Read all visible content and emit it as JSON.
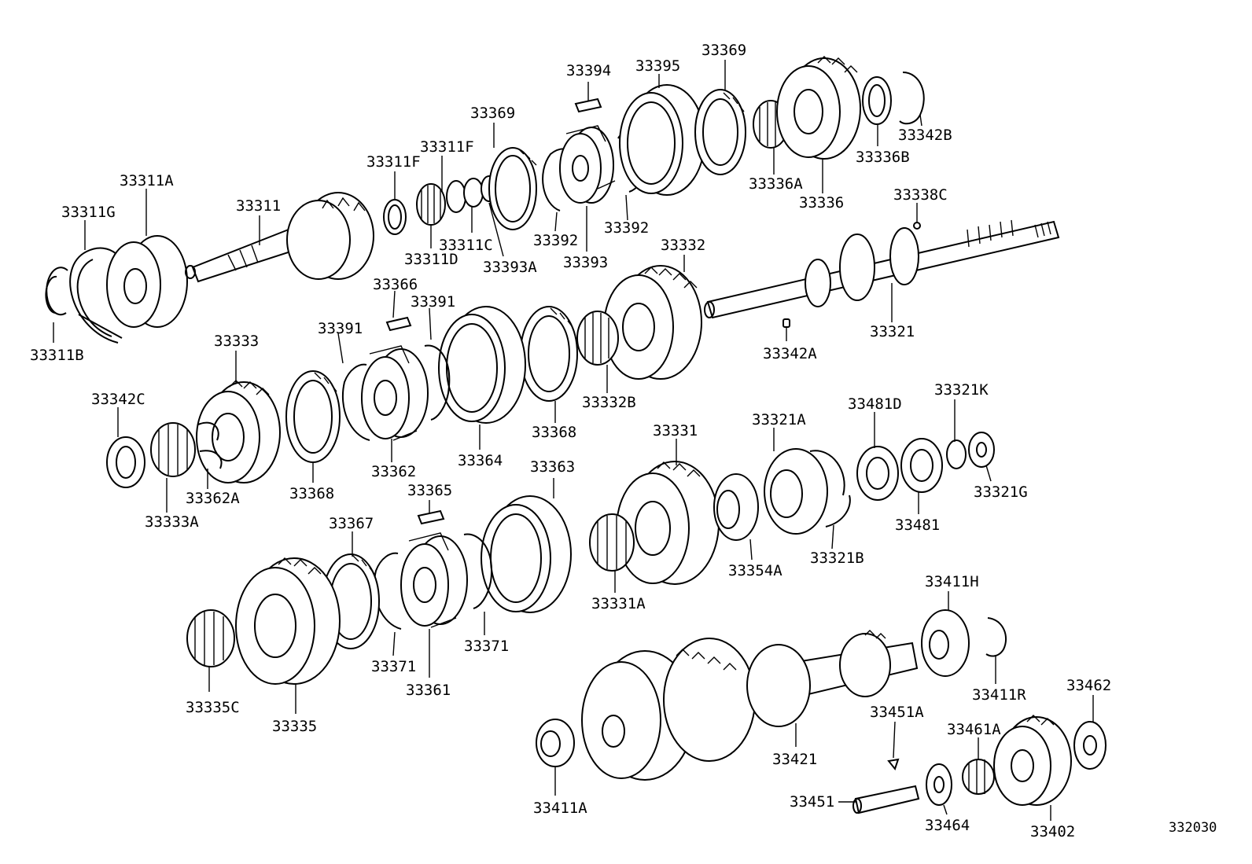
{
  "diagram_code": "332030",
  "labels": {
    "l33311B": "33311B",
    "l33311G": "33311G",
    "l33311A": "33311A",
    "l33311": "33311",
    "l33311F_a": "33311F",
    "l33311F_b": "33311F",
    "l33311D": "33311D",
    "l33311C": "33311C",
    "l33393A": "33393A",
    "l33369_a": "33369",
    "l33392_a": "33392",
    "l33393": "33393",
    "l33394": "33394",
    "l33392_b": "33392",
    "l33395": "33395",
    "l33369_b": "33369",
    "l33336A": "33336A",
    "l33336": "33336",
    "l33336B": "33336B",
    "l33342B": "33342B",
    "l33338C": "33338C",
    "l33332": "33332",
    "l33321": "33321",
    "l33342A": "33342A",
    "l33332B": "33332B",
    "l33366": "33366",
    "l33391_a": "33391",
    "l33391_b": "33391",
    "l33333": "33333",
    "l33342C": "33342C",
    "l33333A": "33333A",
    "l33362A": "33362A",
    "l33368_a": "33368",
    "l33362": "33362",
    "l33364": "33364",
    "l33368_b": "33368",
    "l33331": "33331",
    "l33321A": "33321A",
    "l33481D": "33481D",
    "l33321K": "33321K",
    "l33321G": "33321G",
    "l33481": "33481",
    "l33321B": "33321B",
    "l33354A": "33354A",
    "l33363": "33363",
    "l33365": "33365",
    "l33367": "33367",
    "l33331A": "33331A",
    "l33371_a": "33371",
    "l33371_b": "33371",
    "l33361": "33361",
    "l33335C": "33335C",
    "l33335": "33335",
    "l33411H": "33411H",
    "l33411R": "33411R",
    "l33462": "33462",
    "l33451A": "33451A",
    "l33461A": "33461A",
    "l33421": "33421",
    "l33411A": "33411A",
    "l33451": "33451",
    "l33464": "33464",
    "l33402": "33402"
  }
}
